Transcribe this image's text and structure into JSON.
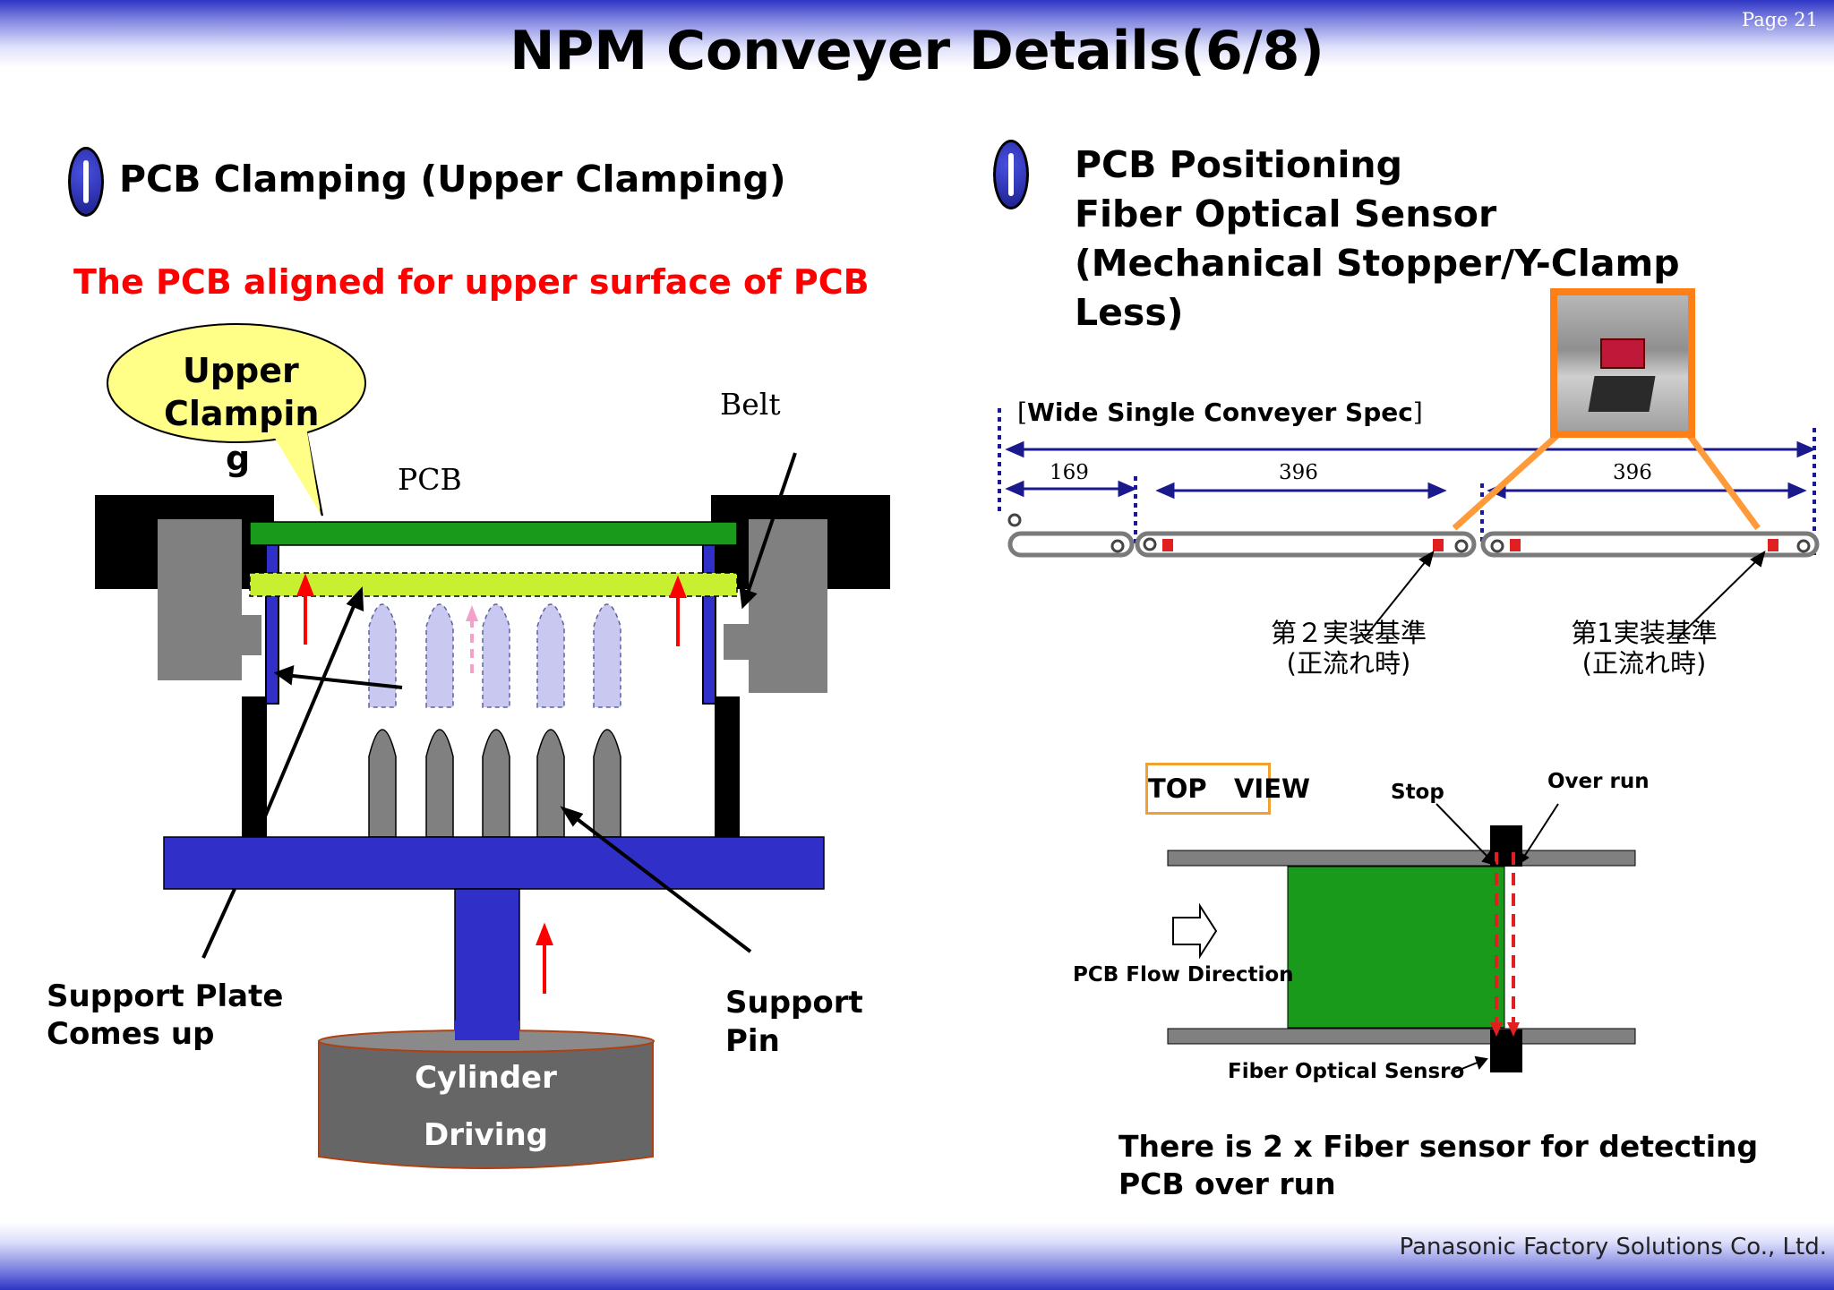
{
  "page_number": "Page 21",
  "title": "NPM Conveyer Details(6/8)",
  "left": {
    "heading": "PCB Clamping (Upper Clamping)",
    "subheading": "The PCB aligned for upper surface of PCB",
    "callout": [
      "Upper",
      "Clampin",
      "g"
    ],
    "labels": {
      "pcb": "PCB",
      "belt": "Belt",
      "support_plate_1": "Support Plate",
      "support_plate_2": "Comes up",
      "support_pin_1": "Support",
      "support_pin_2": "Pin",
      "cylinder_1": "Cylinder",
      "cylinder_2": "Driving"
    }
  },
  "right": {
    "heading_lines": [
      "PCB Positioning",
      "Fiber Optical Sensor",
      "(Mechanical Stopper/Y-Clamp",
      "Less)"
    ],
    "spec_open": "[",
    "spec_label": "Wide Single Conveyer Spec",
    "spec_close": "]",
    "dimensions": [
      "169",
      "396",
      "396"
    ],
    "ref2_line1": "第２実装基準",
    "ref2_line2": "(正流れ時)",
    "ref1_line1": "第1実装基準",
    "ref1_line2": "(正流れ時)",
    "top_view": "TOP   VIEW",
    "stop": "Stop",
    "over_run": "Over run",
    "flow_direction": "PCB Flow Direction",
    "fiber_sensor": "Fiber Optical Sensro",
    "note_line1": "There is 2 x Fiber sensor for detecting",
    "note_line2": "PCB over run"
  },
  "footer": "Panasonic Factory Solutions Co., Ltd.",
  "colors": {
    "band_blue": "#2e34c4",
    "pcb_green": "#1a9a1a",
    "support_blue": "#3030c8",
    "highlight_yellow": "#c8f030",
    "accent_red": "#ff0000",
    "accent_orange": "#ff7f17"
  }
}
